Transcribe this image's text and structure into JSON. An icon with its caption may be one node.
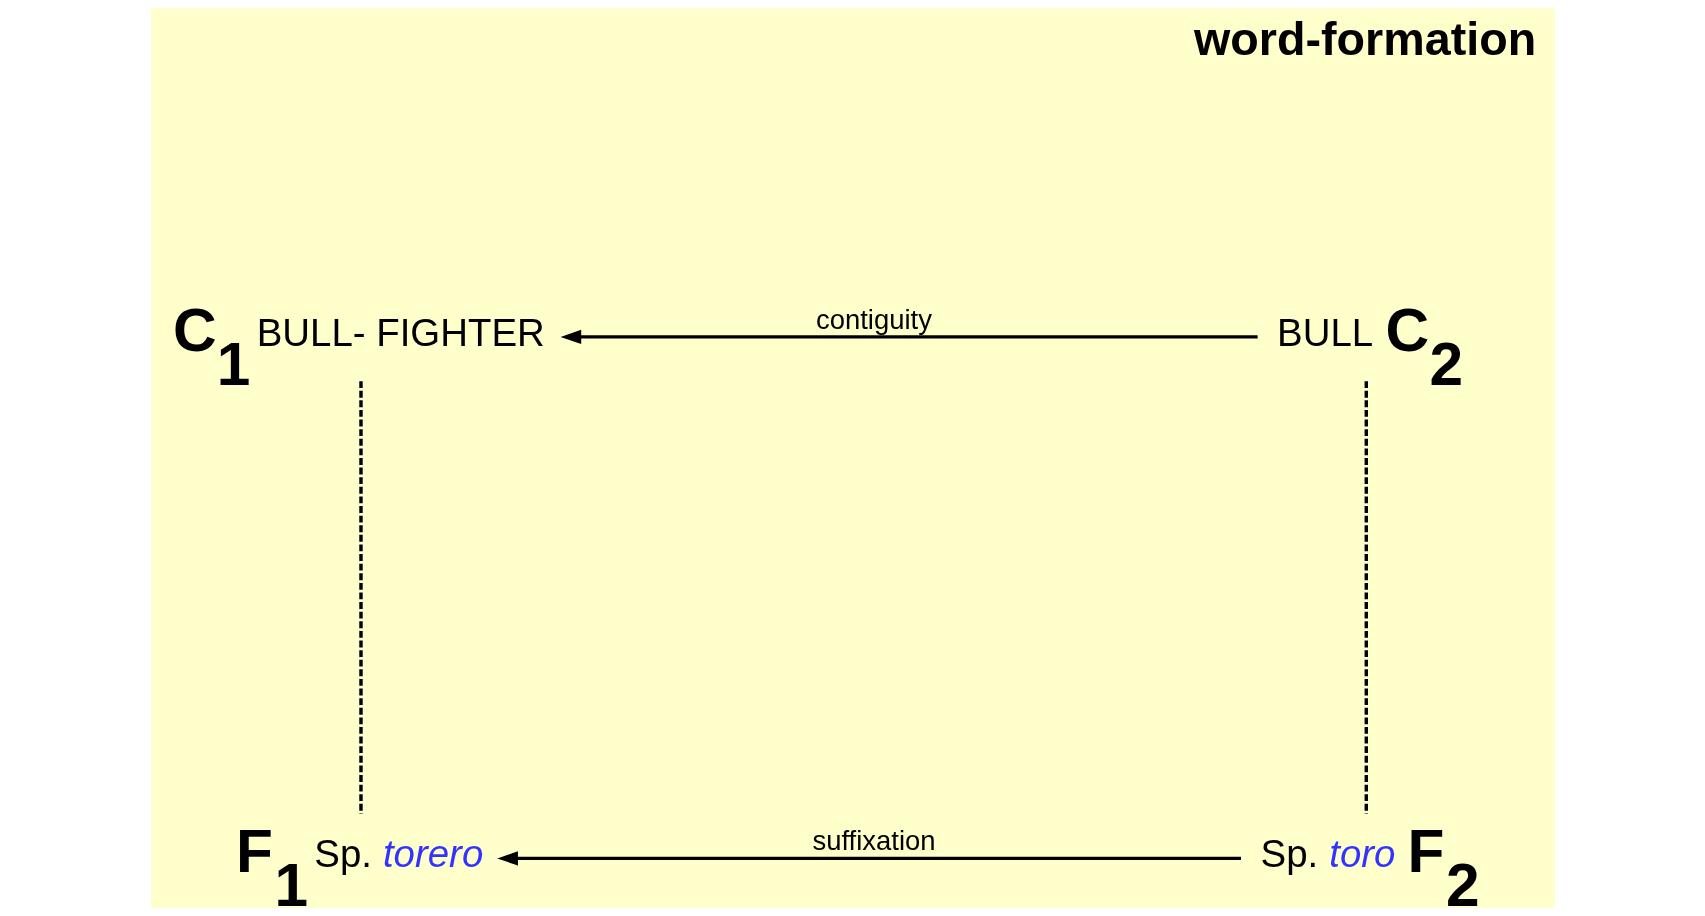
{
  "diagram": {
    "nodes": [
      {
        "text": [
          "BULL- FIGHTER"
        ],
        "beside": [
          "C$_{1}$"
        ]
      },
      {
        "text": [
          "BULL"
        ],
        "beside": [
          "C$_{2}$"
        ]
      },
      {
        "text": [
          "Sp. *torero*"
        ],
        "beside": [
          "F$_{1}$"
        ]
      },
      {
        "text": [
          "Sp. *toro*"
        ],
        "beside": [
          "F$_{2}$"
        ]
      }
    ],
    "edges": [
      {
        "from": 1,
        "to": 0,
        "arrow": "to",
        "label": "contiguity"
      },
      {
        "from": 3,
        "to": 2,
        "arrow": "to",
        "label": "suffixation"
      },
      {
        "from": 0,
        "to": 2,
        "arrow": "none",
        "style": "dashed"
      },
      {
        "from": 1,
        "to": 3,
        "arrow": "none",
        "style": "dashed"
      }
    ],
    "labels": [
      "word-formation"
    ]
  }
}
